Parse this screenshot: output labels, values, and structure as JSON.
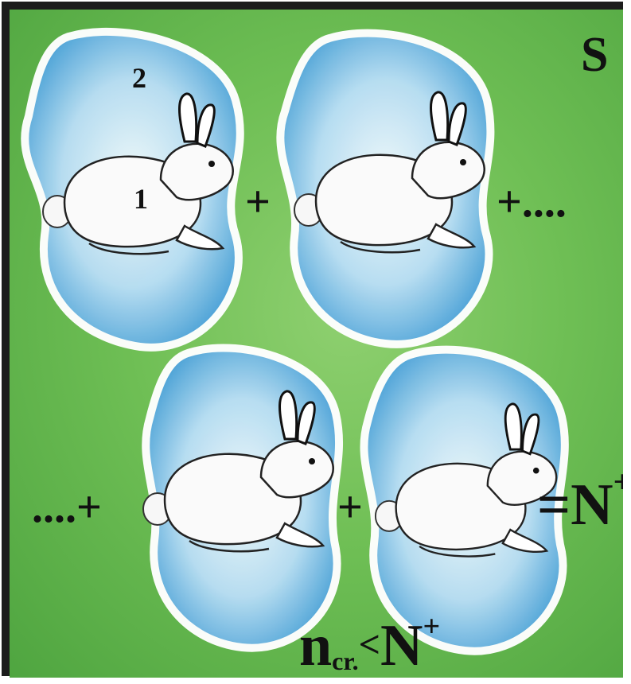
{
  "labels": {
    "corner": "S",
    "ring_number": "2",
    "inner_number": "1"
  },
  "operators": {
    "plus_1": "+",
    "plus_cont": "+....",
    "cont_plus": "....+",
    "plus_2": "+",
    "equals": "=",
    "result": "N",
    "result_sup": "+"
  },
  "inequality": {
    "n": "n",
    "subscript": "cr.",
    "lt": "<",
    "N": "N",
    "N_sup": "+"
  },
  "colors": {
    "background": "#5fb44a",
    "blob_center": "#eef8ff",
    "blob_edge": "#3f9bd8",
    "blob_halo": "#ffffff"
  },
  "icons": [
    "rabbit-icon",
    "rabbit-icon",
    "rabbit-icon",
    "rabbit-icon"
  ]
}
